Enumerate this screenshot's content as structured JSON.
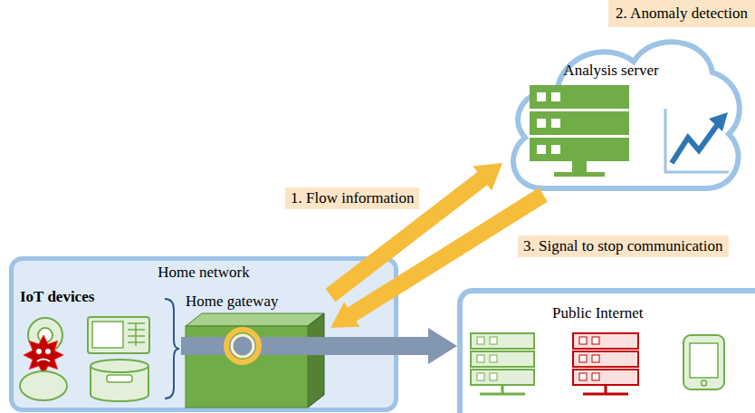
{
  "diagram": {
    "nodes": [
      {
        "text": [
          "2. Anomaly detection"
        ]
      },
      {
        "text": [
          "Analysis server"
        ]
      },
      {
        "text": [
          "Home network"
        ]
      },
      {
        "text": [
          "Home gateway"
        ],
        "in": 2
      },
      {
        "text": [
          "Public Internet"
        ]
      }
    ],
    "edges": [
      {
        "from": 3,
        "to": 1,
        "label": "1. Flow information",
        "arrow": "to"
      },
      {
        "from": 1,
        "to": 3,
        "label": "3. Signal to stop communication",
        "arrow": "to"
      },
      {
        "from": 3,
        "to": 4,
        "arrow": "to"
      }
    ],
    "labels": [
      "IoT devices"
    ]
  }
}
